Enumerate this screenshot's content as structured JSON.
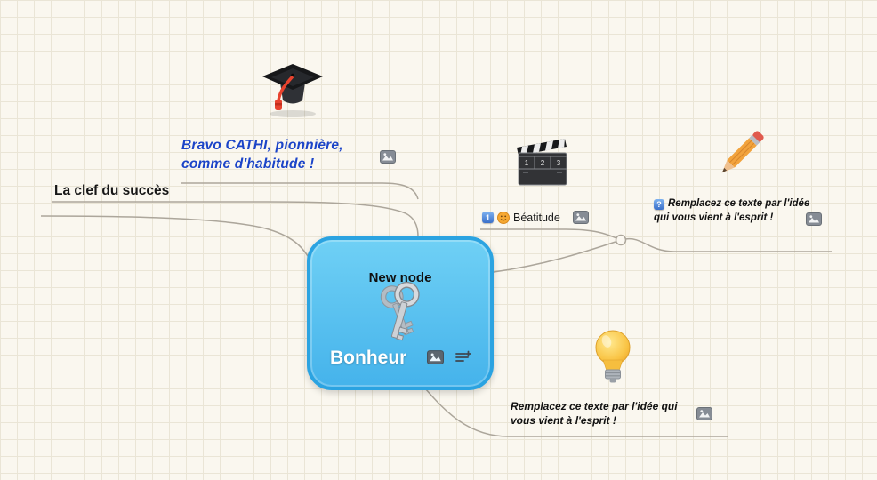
{
  "canvas": {
    "bg": "#FAF7EF",
    "grid_color": "#EAE5D6",
    "line_color": "#ACA69B"
  },
  "central_node": {
    "title": "New node",
    "label": "Bonheur",
    "border_color": "#2BA3E1",
    "fill_top": "#6FD0F5",
    "fill_bottom": "#45B3EB"
  },
  "topics": {
    "bravo": {
      "text": "Bravo CATHI, pionnière, comme d'habitude !",
      "color": "#1B44C8"
    },
    "la_clef": {
      "text": "La clef du succès"
    },
    "beatitude": {
      "badge": "1",
      "text": "Béatitude"
    },
    "idea_right": {
      "badge": "?",
      "text": "Remplacez ce texte par l'idée qui vous vient à l'esprit !"
    },
    "idea_bottom": {
      "text": "Remplacez ce texte par l'idée qui vous vient à l'esprit !"
    }
  },
  "clapperboard": {
    "numbers": [
      "1",
      "2",
      "3"
    ]
  }
}
